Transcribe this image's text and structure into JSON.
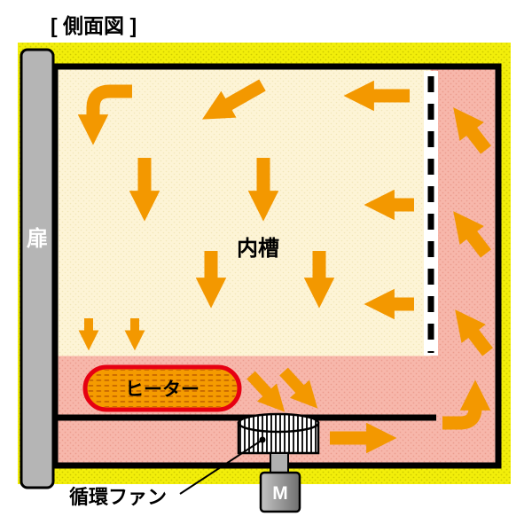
{
  "title": "[ 側面図 ]",
  "labels": {
    "door": "扉",
    "inner_chamber": "内槽",
    "heater": "ヒーター",
    "circulation_fan": "循環ファン",
    "motor": "M"
  },
  "colors": {
    "insulation_yellow": "#f2ee0a",
    "duct_pink": "#f7b7ab",
    "chamber_cream": "#fdf4d6",
    "arrow_orange": "#f39800",
    "heater_orange": "#f59b00",
    "heater_border_red": "#e60012",
    "door_gray": "#b5b5b5",
    "motor_gray": "#8f8f8f",
    "line_black": "#000000"
  }
}
